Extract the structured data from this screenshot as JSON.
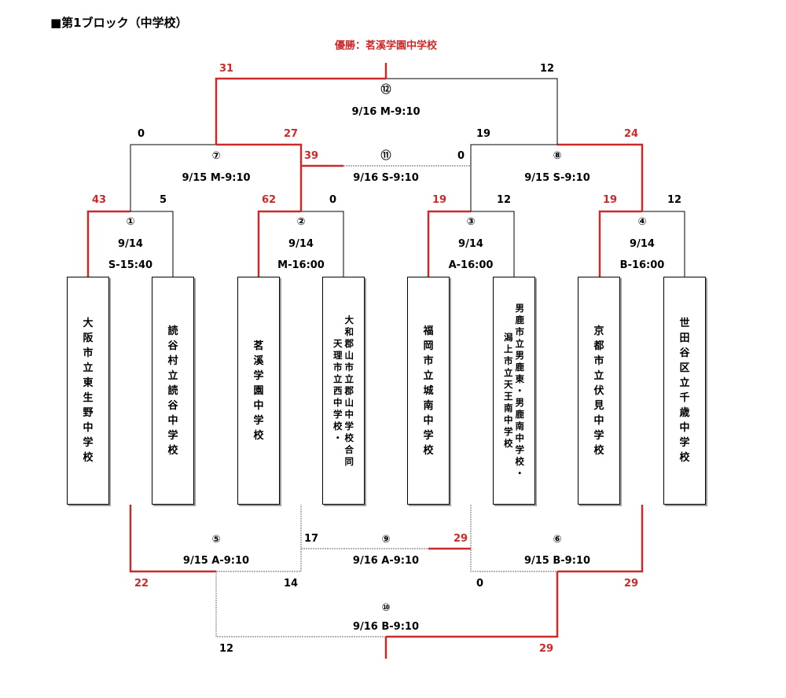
{
  "title": "■第1ブロック（中学校）",
  "champion": "優勝：茗溪学園中学校",
  "teams": [
    {
      "lines": [
        "大阪市立東生野中学校"
      ]
    },
    {
      "lines": [
        "読谷村立読谷中学校"
      ]
    },
    {
      "lines": [
        "茗溪学園中学校"
      ]
    },
    {
      "lines": [
        "大和郡山市立郡山中学校合同",
        "天理市立西中学校・"
      ]
    },
    {
      "lines": [
        "福岡市立城南中学校"
      ]
    },
    {
      "lines": [
        "男鹿市立男鹿東・男鹿南中学校・",
        "潟上市立天王南中学校"
      ]
    },
    {
      "lines": [
        "京都市立伏見中学校"
      ]
    },
    {
      "lines": [
        "世田谷区立千歳中学校"
      ]
    }
  ],
  "matches": {
    "m1": {
      "no": "①",
      "date": "9/14",
      "slot": "S-15:40",
      "score_left": "43",
      "score_right": "5"
    },
    "m2": {
      "no": "②",
      "date": "9/14",
      "slot": "M-16:00",
      "score_left": "62",
      "score_right": "0"
    },
    "m3": {
      "no": "③",
      "date": "9/14",
      "slot": "A-16:00",
      "score_left": "19",
      "score_right": "12"
    },
    "m4": {
      "no": "④",
      "date": "9/14",
      "slot": "B-16:00",
      "score_left": "19",
      "score_right": "12"
    },
    "m5": {
      "no": "⑤",
      "label": "9/15 A-9:10",
      "score_left": "22",
      "score_right": "14"
    },
    "m6": {
      "no": "⑥",
      "label": "9/15 B-9:10",
      "score_left": "0",
      "score_right": "29"
    },
    "m7": {
      "no": "⑦",
      "label": "9/15 M-9:10",
      "score_left": "0",
      "score_right": "27"
    },
    "m8": {
      "no": "⑧",
      "label": "9/15 S-9:10",
      "score_left": "19",
      "score_right": "24"
    },
    "m9": {
      "no": "⑨",
      "label": "9/16 A-9:10",
      "score_left": "17",
      "score_right": "29"
    },
    "m10": {
      "no": "⑩",
      "label": "9/16 B-9:10",
      "score_left": "12",
      "score_right": "29"
    },
    "m11": {
      "no": "⑪",
      "label": "9/16 S-9:10",
      "score_left": "39",
      "score_right": "0"
    },
    "m12": {
      "no": "⑫",
      "label": "9/16 M-9:10",
      "score_left": "31",
      "score_right": "12"
    }
  },
  "colors": {
    "winner_line": "#cc2a2a",
    "loser_line": "#000000",
    "placement_line": "#888888"
  }
}
